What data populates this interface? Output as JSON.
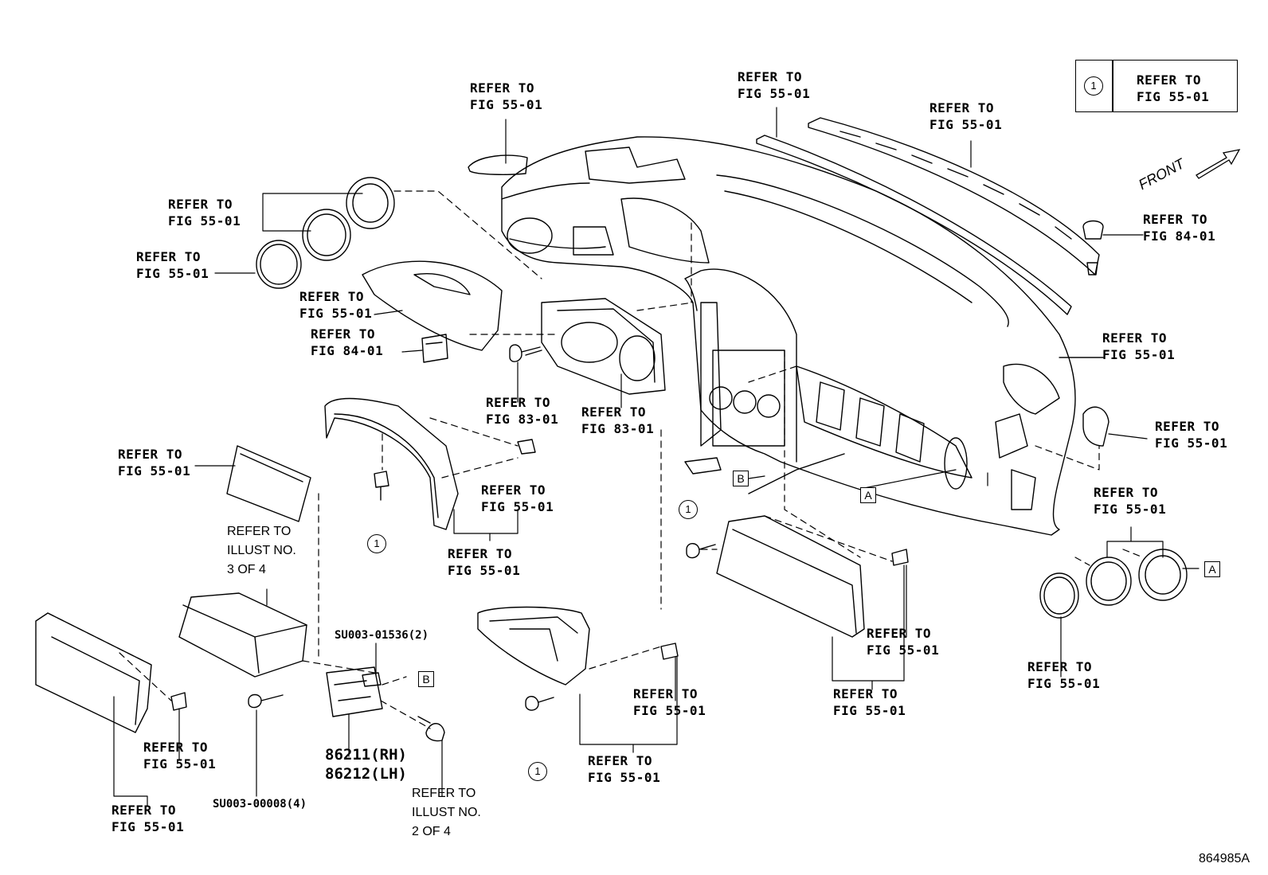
{
  "refer_fig_55": "REFER TO\nFIG 55-01",
  "refer_fig_84": "REFER TO\nFIG 84-01",
  "refer_fig_83": "REFER TO\nFIG 83-01",
  "refer_illust_3": "REFER TO\nILLUST NO.\n3 OF 4",
  "refer_illust_2": "REFER TO\nILLUST NO.\n2 OF 4",
  "legend": {
    "symbol": "1",
    "text": "REFER TO\nFIG 55-01"
  },
  "front_label": "FRONT",
  "part_numbers": {
    "rh": "86211(RH)",
    "lh": "86212(LH)"
  },
  "codes": {
    "bracket_bolt": "SU003-01536(2)",
    "screw": "SU003-00008(4)"
  },
  "markers": {
    "a": "A",
    "b": "B",
    "circle_one": "1"
  },
  "diagram_ref": "864985A"
}
